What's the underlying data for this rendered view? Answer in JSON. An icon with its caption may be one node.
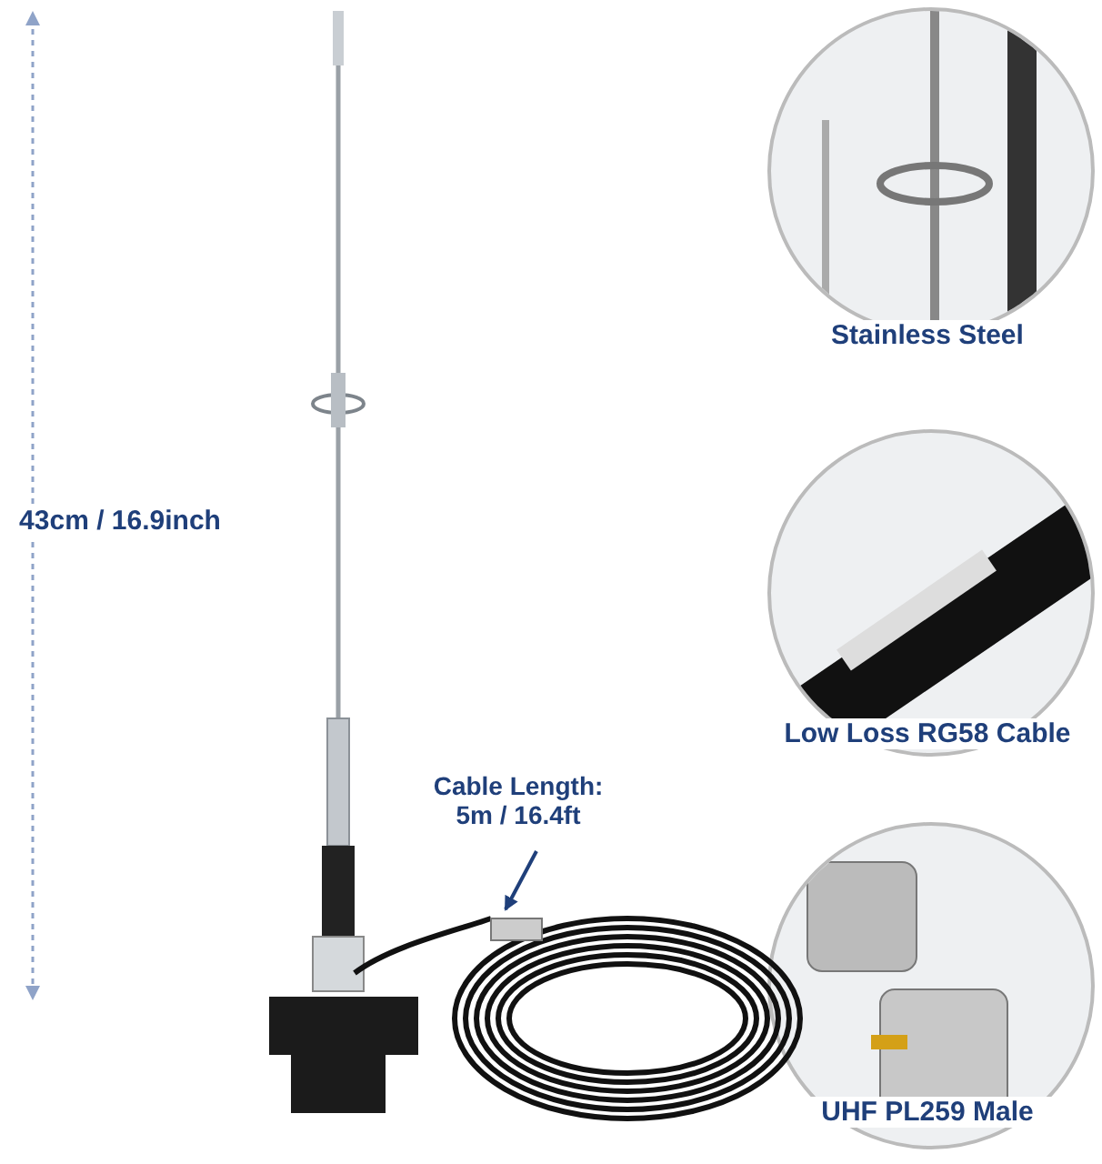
{
  "diagram": {
    "nodes": [
      {
        "text": [
          "Cable Length: 5m / 16.4ft"
        ]
      },
      {
        "text": [],
        "shape": "picture"
      }
    ],
    "edges": [
      {
        "from": 0,
        "to": 1,
        "arrow": "to"
      }
    ],
    "labels": [
      "Stainless Steel",
      "43cm / 16.9inch",
      "Low Loss RG58 Cable",
      "UHF PL259 Male"
    ]
  }
}
